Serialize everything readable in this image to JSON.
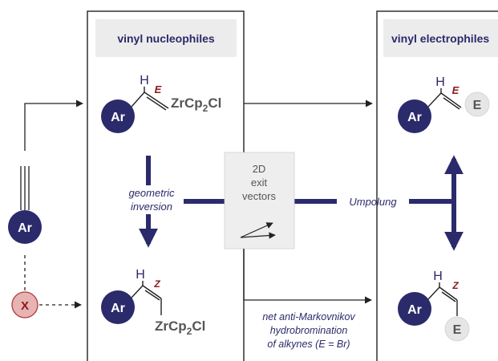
{
  "headers": {
    "left": "vinyl nucleophiles",
    "right": "vinyl electrophiles"
  },
  "labels": {
    "ar": "Ar",
    "h": "H",
    "e_config": "E",
    "z_config": "Z",
    "zr_prefix": "ZrCp",
    "zr_sub": "2",
    "zr_suffix": "Cl",
    "electrophile": "E",
    "leaving_group": "X",
    "geometric_line1": "geometric",
    "geometric_line2": "inversion",
    "umpolung": "Umpolung",
    "exit_line1": "2D",
    "exit_line2": "exit",
    "exit_line3": "vectors",
    "net_line1": "net anti-Markovnikov",
    "net_line2": "hydrobromination",
    "net_line3": "of alkynes (E = Br)"
  },
  "colors": {
    "navy": "#2b2a6b",
    "config_red": "#8b1a1a",
    "x_fill": "#e7b3b3",
    "x_stroke": "#b23a3a",
    "header_bg": "#ececec",
    "box_bg": "#eeeeee",
    "e_circle": "#e6e6e6",
    "text_gray": "#555555"
  }
}
